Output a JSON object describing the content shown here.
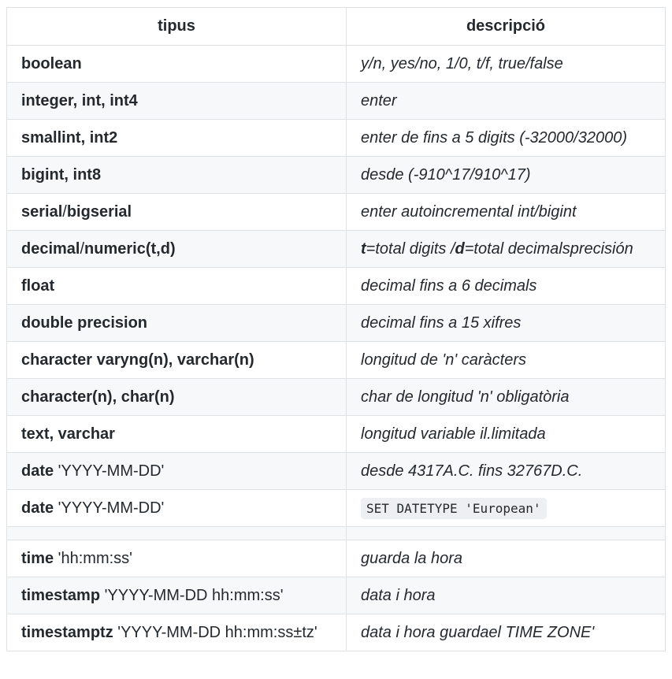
{
  "table": {
    "headers": [
      "tipus",
      "descripció"
    ],
    "rows": [
      {
        "type": "boolean",
        "desc": "y/n, yes/no, 1/0, t/f, true/false"
      },
      {
        "type": "integer, int, int4",
        "desc": "enter"
      },
      {
        "type": "smallint, int2",
        "desc": "enter de fins a 5 digits (-32000/32000)"
      },
      {
        "type": "bigint, int8",
        "desc": "desde (-910^17/910^17)"
      },
      {
        "type_a": "serial",
        "type_sep": "/",
        "type_b": "bigserial",
        "desc": "enter autoincremental int/bigint"
      },
      {
        "type_a": "decimal",
        "type_sep": "/",
        "type_b": "numeric(t,d)",
        "desc_t": "t",
        "desc_mid": "=total digits /",
        "desc_d": "d",
        "desc_rest": "=total decimalsprecisión"
      },
      {
        "type": "float",
        "desc": "decimal fins a 6 decimals"
      },
      {
        "type": "double precision",
        "desc": "decimal fins a 15 xifres"
      },
      {
        "type": "character varyng(n), varchar(n)",
        "desc": "longitud de 'n' caràcters"
      },
      {
        "type": "character(n), char(n)",
        "desc": "char de longitud 'n' obligatòria"
      },
      {
        "type": "text, varchar",
        "desc": "longitud variable il.limitada"
      },
      {
        "type": "date",
        "type_extra": " 'YYYY-MM-DD'",
        "desc": "desde 4317A.C. fins 32767D.C."
      },
      {
        "type": "date",
        "type_extra": " 'YYYY-MM-DD'",
        "desc_code": "SET DATETYPE 'European'"
      },
      {
        "type": "time",
        "type_extra": " 'hh:mm:ss'",
        "desc": "guarda la hora"
      },
      {
        "type": "timestamp",
        "type_extra": " 'YYYY-MM-DD hh:mm:ss'",
        "desc": "data i hora"
      },
      {
        "type": "timestamptz",
        "type_extra": " 'YYYY-MM-DD hh:mm:ss±tz'",
        "desc": "data i hora guardael TIME ZONE'"
      }
    ]
  }
}
